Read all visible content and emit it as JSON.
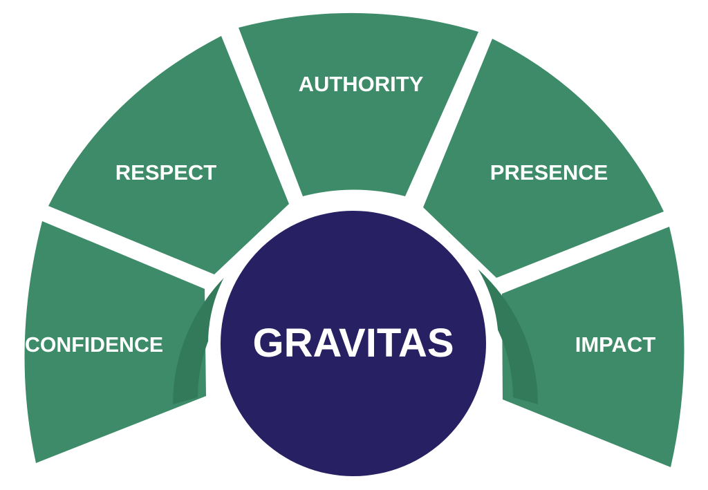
{
  "diagram": {
    "center_label": "GRAVITAS",
    "segments": [
      {
        "label": "CONFIDENCE"
      },
      {
        "label": "RESPECT"
      },
      {
        "label": "AUTHORITY"
      },
      {
        "label": "PRESENCE"
      },
      {
        "label": "IMPACT"
      }
    ]
  },
  "colors": {
    "segment_fill": "#3d8b68",
    "inner_band": "#337a5a",
    "center_fill": "#272063",
    "text": "#ffffff",
    "background": "#ffffff"
  }
}
